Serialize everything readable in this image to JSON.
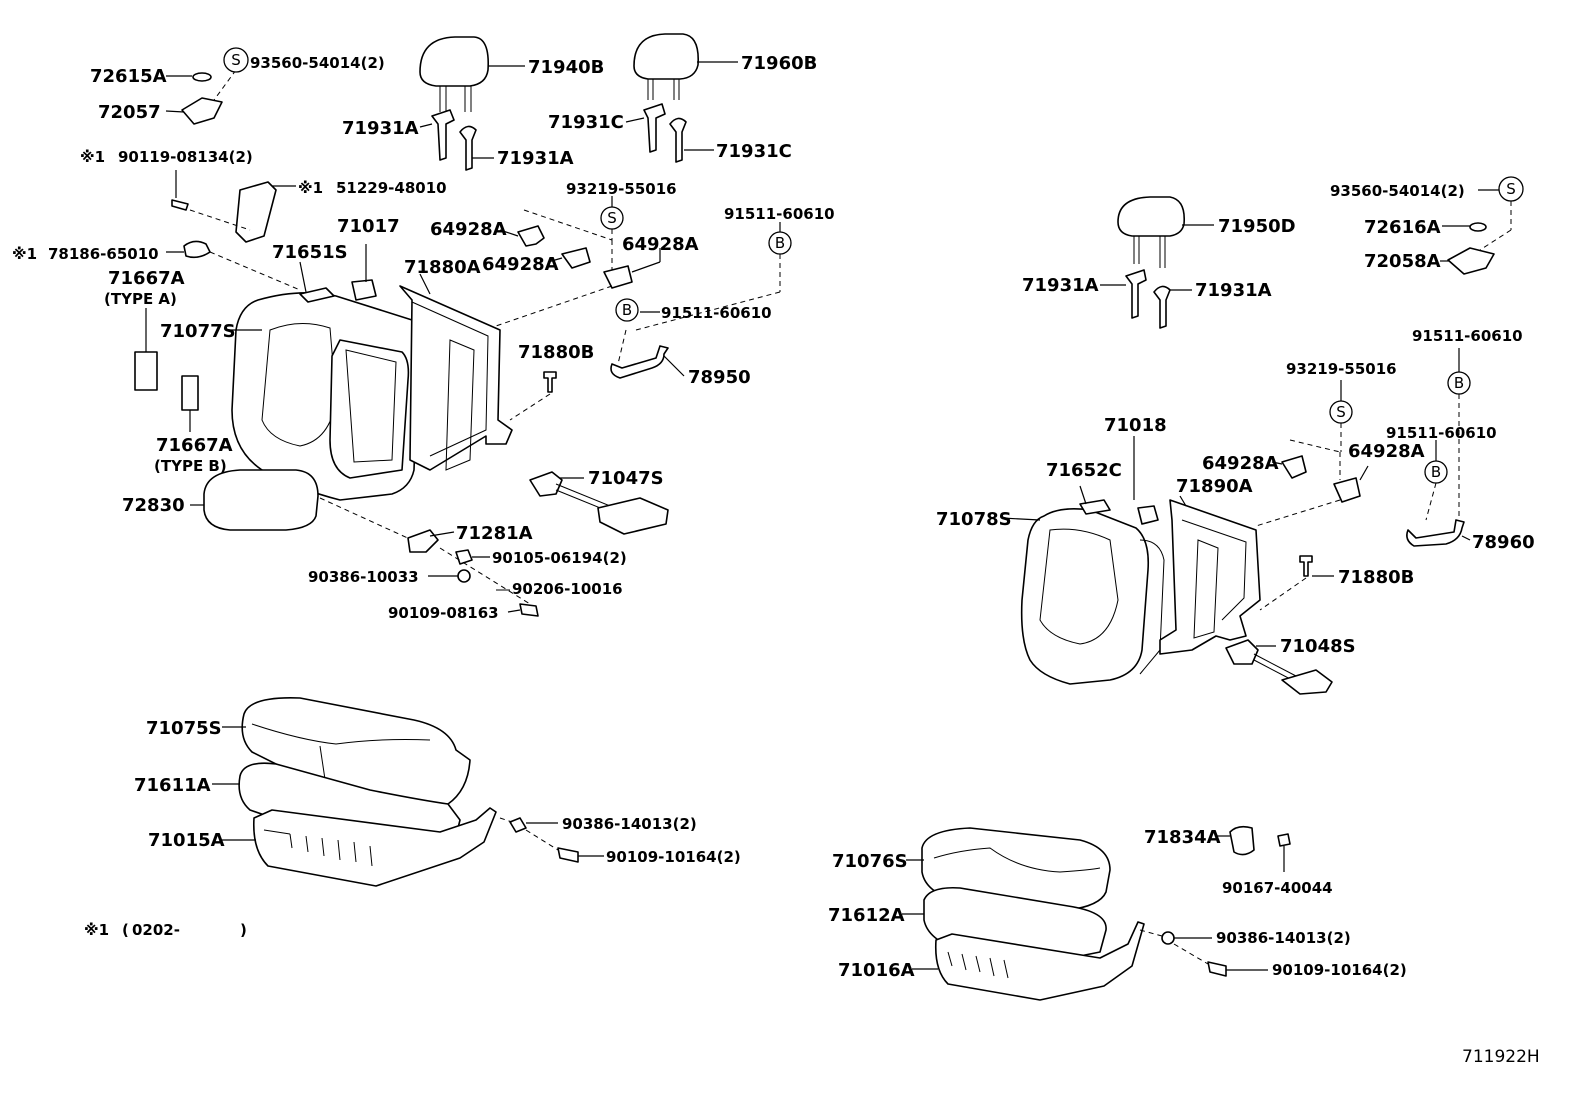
{
  "labels": {
    "p72615A": "72615A",
    "p93560_54014_L": "93560-54014(2)",
    "p71940B": "71940B",
    "p71960B": "71960B",
    "p72057": "72057",
    "p71931A_l1": "71931A",
    "p71931A_l2": "71931A",
    "p71931C_1": "71931C",
    "p71931C_2": "71931C",
    "p90119_08134": "90119-08134(2)",
    "p51229_48010": "51229-48010",
    "p93219_55016_L": "93219-55016",
    "p91511_60610_L1": "91511-60610",
    "p78186_65010": "78186-65010",
    "p71017": "71017",
    "p64928A_l1": "64928A",
    "p64928A_l2": "64928A",
    "p64928A_l3": "64928A",
    "p71651S": "71651S",
    "p71880A": "71880A",
    "p71667A_1": "71667A",
    "typeA": "(TYPE A)",
    "p91511_60610_L2": "91511-60610",
    "p71077S": "71077S",
    "p71880B_L": "71880B",
    "p78950": "78950",
    "p71667A_2": "71667A",
    "typeB": "(TYPE B)",
    "p71047S": "71047S",
    "p72830": "72830",
    "p71281A": "71281A",
    "p90105_06194": "90105-06194(2)",
    "p90386_10033": "90386-10033",
    "p90206_10016": "90206-10016",
    "p90109_08163": "90109-08163",
    "p71075S": "71075S",
    "p71611A": "71611A",
    "p71015A": "71015A",
    "p90386_14013_L": "90386-14013(2)",
    "p90109_10164_L": "90109-10164(2)",
    "note": "0202-",
    "p71950D": "71950D",
    "p71931A_r1": "71931A",
    "p71931A_r2": "71931A",
    "p93560_54014_R": "93560-54014(2)",
    "p72616A": "72616A",
    "p72058A": "72058A",
    "p91511_60610_R1": "91511-60610",
    "p93219_55016_R": "93219-55016",
    "p91511_60610_R2": "91511-60610",
    "p71018": "71018",
    "p64928A_r1": "64928A",
    "p64928A_r2": "64928A",
    "p71652C": "71652C",
    "p71890A": "71890A",
    "p71078S": "71078S",
    "p78960": "78960",
    "p71880B_R": "71880B",
    "p71048S": "71048S",
    "p71834A": "71834A",
    "p90167_40044": "90167-40044",
    "p71076S": "71076S",
    "p71612A": "71612A",
    "p71016A": "71016A",
    "p90386_14013_R": "90386-14013(2)",
    "p90109_10164_R": "90109-10164(2)",
    "figRef": "711922H"
  },
  "marks": {
    "s": "S",
    "b": "B",
    "star1": "※1"
  },
  "colors": {
    "ink": "#000000",
    "paper": "#ffffff"
  }
}
